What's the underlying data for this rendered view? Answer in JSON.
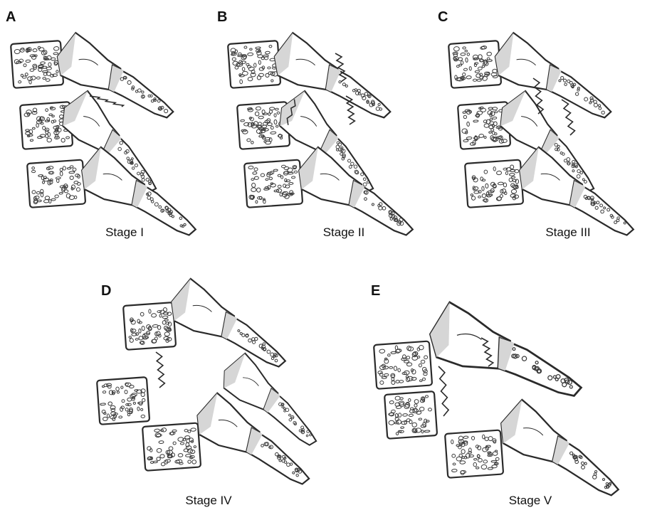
{
  "figure": {
    "panels": [
      {
        "letter": "A",
        "caption": "Stage I",
        "stage": 1
      },
      {
        "letter": "B",
        "caption": "Stage II",
        "stage": 2
      },
      {
        "letter": "C",
        "caption": "Stage III",
        "stage": 3
      },
      {
        "letter": "D",
        "caption": "Stage IV",
        "stage": 4
      },
      {
        "letter": "E",
        "caption": "Stage V",
        "stage": 5
      }
    ],
    "colors": {
      "outline": "#2a2a2a",
      "bone_fill": "#ffffff",
      "shade": "#d6d6d6",
      "pore": "#3a3a3a"
    }
  }
}
